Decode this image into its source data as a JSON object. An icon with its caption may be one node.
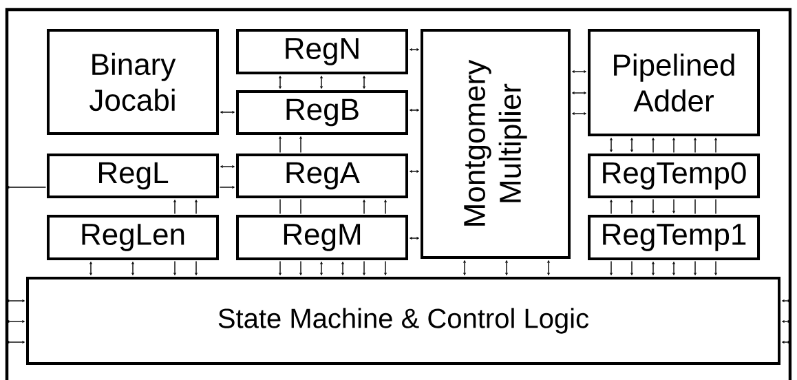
{
  "diagram": {
    "nodes": [
      {
        "text": [],
        "shape": "box"
      },
      {
        "text": [
          "Binary Jocabi"
        ],
        "in": 0
      },
      {
        "text": [
          "RegN"
        ],
        "in": 0
      },
      {
        "text": [
          "RegB"
        ],
        "in": 0
      },
      {
        "text": [
          "Montgomery Multiplier"
        ],
        "in": 0
      },
      {
        "text": [
          "Pipelined Adder"
        ],
        "in": 0
      },
      {
        "text": [
          "RegL"
        ],
        "in": 0
      },
      {
        "text": [
          "RegA"
        ],
        "in": 0
      },
      {
        "text": [
          "RegTemp0"
        ],
        "in": 0
      },
      {
        "text": [
          "RegLen"
        ],
        "in": 0
      },
      {
        "text": [
          "RegM"
        ],
        "in": 0
      },
      {
        "text": [
          "RegTemp1"
        ],
        "in": 0
      },
      {
        "text": [
          "State Machine & Control Logic"
        ],
        "in": 0
      }
    ],
    "edges": [
      {
        "from": 2,
        "to": 4,
        "arrow": "both"
      },
      {
        "from": 1,
        "to": 3,
        "arrow": "both"
      },
      {
        "from": 3,
        "to": 4,
        "arrow": "both"
      },
      {
        "from": 2,
        "to": 3,
        "arrow": "both"
      },
      {
        "from": 2,
        "to": 3,
        "arrow": "both"
      },
      {
        "from": 2,
        "to": 3,
        "arrow": "both"
      },
      {
        "from": 4,
        "to": 5,
        "arrow": "both"
      },
      {
        "from": 4,
        "to": 5,
        "arrow": "both"
      },
      {
        "from": 4,
        "to": 5,
        "arrow": "both"
      },
      {
        "from": 7,
        "to": 3,
        "arrow": "to"
      },
      {
        "from": 7,
        "to": 3,
        "arrow": "to"
      },
      {
        "from": 6,
        "to": 7,
        "arrow": "both"
      },
      {
        "from": 6,
        "to": 7,
        "arrow": "to"
      },
      {
        "from": 6,
        "to": 0,
        "arrow": "to"
      },
      {
        "from": 7,
        "to": 4,
        "arrow": "both"
      },
      {
        "from": 5,
        "to": 8,
        "arrow": "both"
      },
      {
        "from": 5,
        "to": 8,
        "arrow": "both"
      },
      {
        "from": 8,
        "to": 5,
        "arrow": "to"
      },
      {
        "from": 8,
        "to": 5,
        "arrow": "to"
      },
      {
        "from": 8,
        "to": 5,
        "arrow": "to"
      },
      {
        "from": 8,
        "to": 5,
        "arrow": "to"
      },
      {
        "from": 9,
        "to": 6,
        "arrow": "to"
      },
      {
        "from": 9,
        "to": 6,
        "arrow": "to"
      },
      {
        "from": 7,
        "to": 10,
        "arrow": "none"
      },
      {
        "from": 7,
        "to": 10,
        "arrow": "none"
      },
      {
        "from": 10,
        "to": 7,
        "arrow": "to"
      },
      {
        "from": 10,
        "to": 7,
        "arrow": "to"
      },
      {
        "from": 10,
        "to": 4,
        "arrow": "both"
      },
      {
        "from": 11,
        "to": 8,
        "arrow": "to"
      },
      {
        "from": 11,
        "to": 8,
        "arrow": "to"
      },
      {
        "from": 8,
        "to": 11,
        "arrow": "to"
      },
      {
        "from": 8,
        "to": 11,
        "arrow": "to"
      },
      {
        "from": 8,
        "to": 11,
        "arrow": "none"
      },
      {
        "from": 8,
        "to": 11,
        "arrow": "none"
      },
      {
        "from": 9,
        "to": 12,
        "arrow": "both"
      },
      {
        "from": 9,
        "to": 12,
        "arrow": "both"
      },
      {
        "from": 9,
        "to": 12,
        "arrow": "to"
      },
      {
        "from": 9,
        "to": 12,
        "arrow": "to"
      },
      {
        "from": 10,
        "to": 12,
        "arrow": "to"
      },
      {
        "from": 10,
        "to": 12,
        "arrow": "to"
      },
      {
        "from": 10,
        "to": 12,
        "arrow": "both"
      },
      {
        "from": 10,
        "to": 12,
        "arrow": "both"
      },
      {
        "from": 10,
        "to": 12,
        "arrow": "to"
      },
      {
        "from": 10,
        "to": 12,
        "arrow": "to"
      },
      {
        "from": 4,
        "to": 12,
        "arrow": "both"
      },
      {
        "from": 4,
        "to": 12,
        "arrow": "both"
      },
      {
        "from": 4,
        "to": 12,
        "arrow": "both"
      },
      {
        "from": 11,
        "to": 12,
        "arrow": "to"
      },
      {
        "from": 11,
        "to": 12,
        "arrow": "to"
      },
      {
        "from": 11,
        "to": 12,
        "arrow": "both"
      },
      {
        "from": 11,
        "to": 12,
        "arrow": "both"
      },
      {
        "from": 11,
        "to": 12,
        "arrow": "to"
      },
      {
        "from": 11,
        "to": 12,
        "arrow": "to"
      },
      {
        "from": 0,
        "to": 12,
        "arrow": "both"
      },
      {
        "from": 0,
        "to": 12,
        "arrow": "both"
      },
      {
        "from": 0,
        "to": 12,
        "arrow": "both"
      },
      {
        "from": 12,
        "to": 0,
        "arrow": "both"
      },
      {
        "from": 12,
        "to": 0,
        "arrow": "both"
      },
      {
        "from": 12,
        "to": 0,
        "arrow": "both"
      }
    ]
  }
}
